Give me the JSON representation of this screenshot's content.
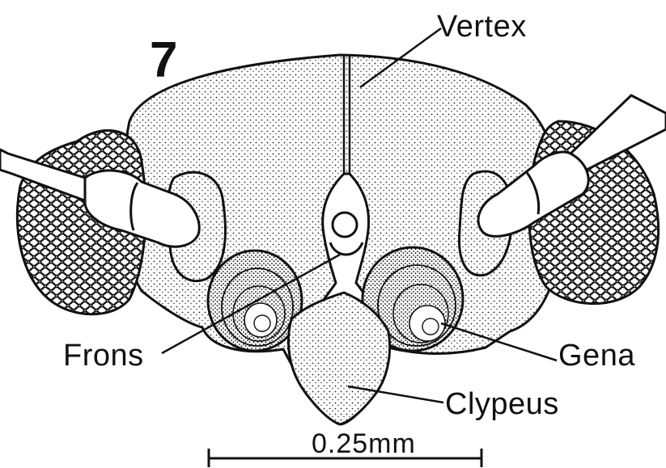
{
  "figure": {
    "number": "7",
    "labels": {
      "vertex": "Vertex",
      "frons": "Frons",
      "gena": "Gena",
      "clypeus": "Clypeus"
    },
    "scale_bar": "0.25mm"
  },
  "colors": {
    "ink": "#111111",
    "paper": "#ffffff",
    "stipple": "#2a2a2a"
  }
}
